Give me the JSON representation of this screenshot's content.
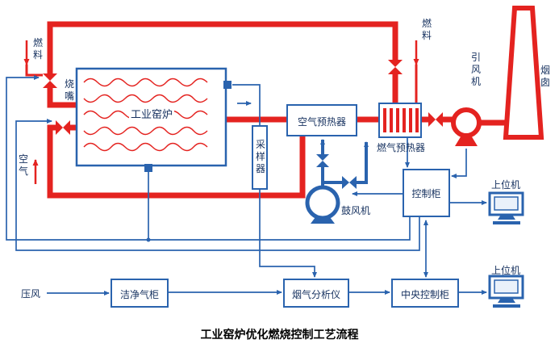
{
  "title": "工业窑炉优化燃烧控制工艺流程",
  "colors": {
    "pipe_red": "#e42320",
    "line_blue": "#2a63ae",
    "label": "#16315f"
  },
  "nodes": {
    "kiln": "工业窑炉",
    "burner": "烧嘴",
    "sampler": "采样器",
    "air_preheater": "空气预热器",
    "gas_preheater": "燃气预热器",
    "induced_draft_fan": "引风机",
    "chimney": "烟囱",
    "blower": "鼓风机",
    "control_cabinet": "控制柜",
    "central_control_cabinet": "中央控制柜",
    "flue_gas_analyzer": "烟气分析仪",
    "clean_gas_cabinet": "洁净气柜",
    "host_computer_top": "上位机",
    "host_computer_bottom": "上位机"
  },
  "streams": {
    "fuel_left": "燃料",
    "fuel_right": "燃料",
    "air": "空气",
    "compressed_air": "压风"
  }
}
